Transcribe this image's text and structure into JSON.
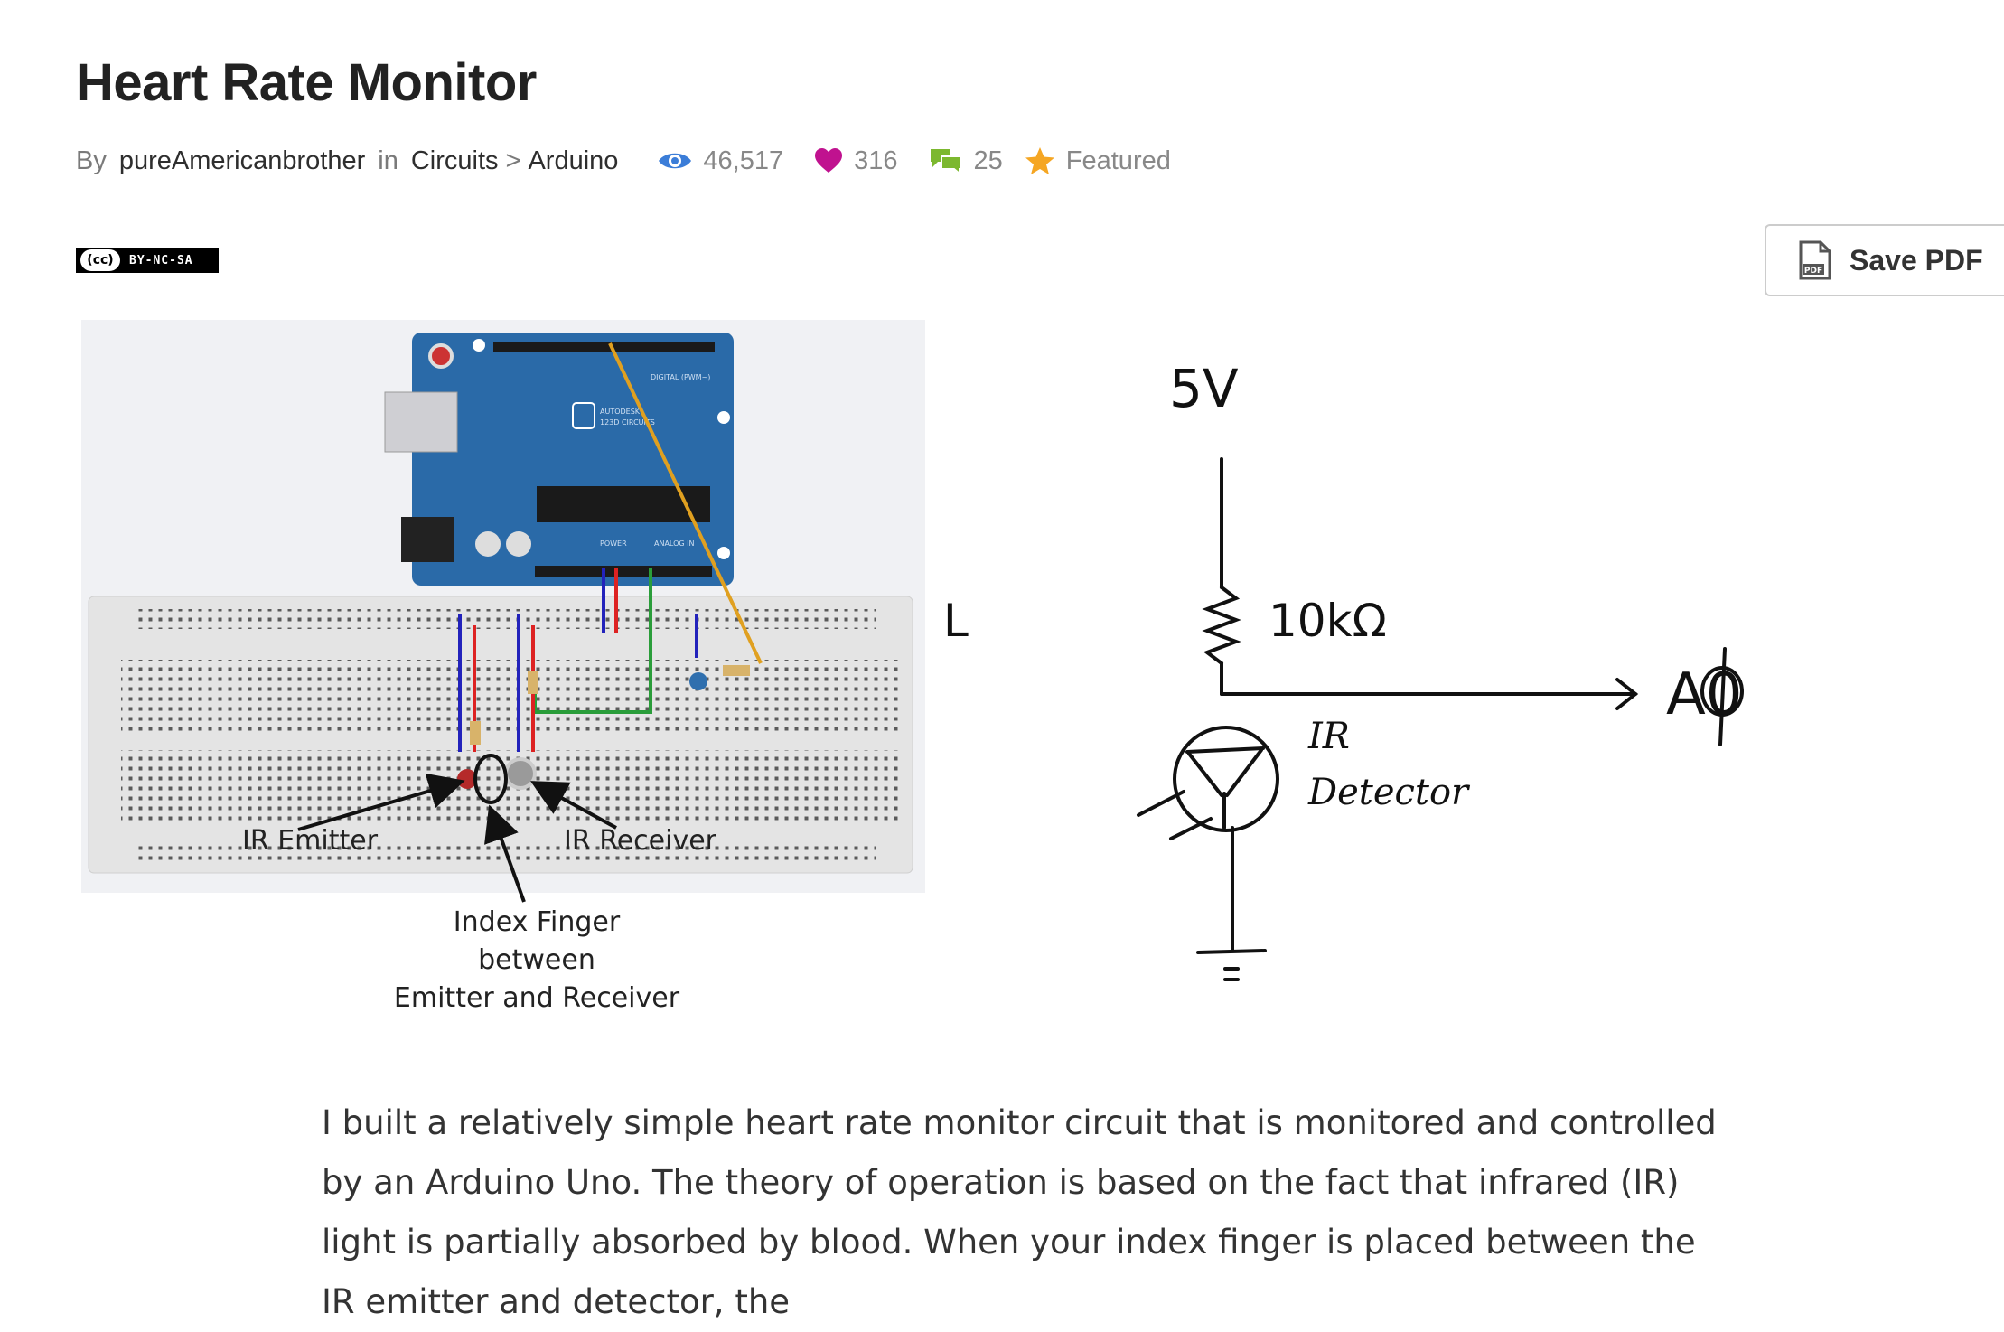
{
  "page": {
    "title": "Heart Rate Monitor"
  },
  "meta": {
    "by_label": "By",
    "author": "pureAmericanbrother",
    "in_label": "in",
    "category": "Circuits",
    "separator": ">",
    "subcategory": "Arduino",
    "views": "46,517",
    "favorites": "316",
    "comments": "25",
    "featured": "Featured",
    "colors": {
      "views_icon": "#3b7dd8",
      "favorites_icon": "#c0128f",
      "comments_icon": "#7cb82f",
      "featured_icon": "#f5a623"
    }
  },
  "license": {
    "badge_icon": "cc",
    "text": "BY-NC-SA"
  },
  "toolbar": {
    "save_pdf_label": "Save PDF",
    "save_pdf_icon": "pdf-file-icon"
  },
  "figure": {
    "labels": {
      "ir_emitter": "IR Emitter",
      "ir_receiver": "IR Receiver",
      "finger_line1": "Index Finger",
      "finger_line2": "between",
      "finger_line3": "Emitter and Receiver"
    },
    "arduino_silkscreen": {
      "brand": "AUTODESK",
      "model": "123D CIRCUITS",
      "digital": "DIGITAL (PWM~)",
      "power": "POWER",
      "analog": "ANALOG IN"
    },
    "schematic": {
      "supply": "5V",
      "resistor": "10kΩ",
      "output": "A0",
      "detector_line1": "IR",
      "detector_line2": "Detector",
      "cut_letter": "L"
    }
  },
  "article": {
    "paragraph": "I built a relatively simple heart rate monitor circuit that is monitored and controlled by an Arduino Uno. The theory of operation is based on the fact that infrared (IR) light is partially absorbed by blood. When your index finger is placed between the IR emitter and detector, the"
  }
}
